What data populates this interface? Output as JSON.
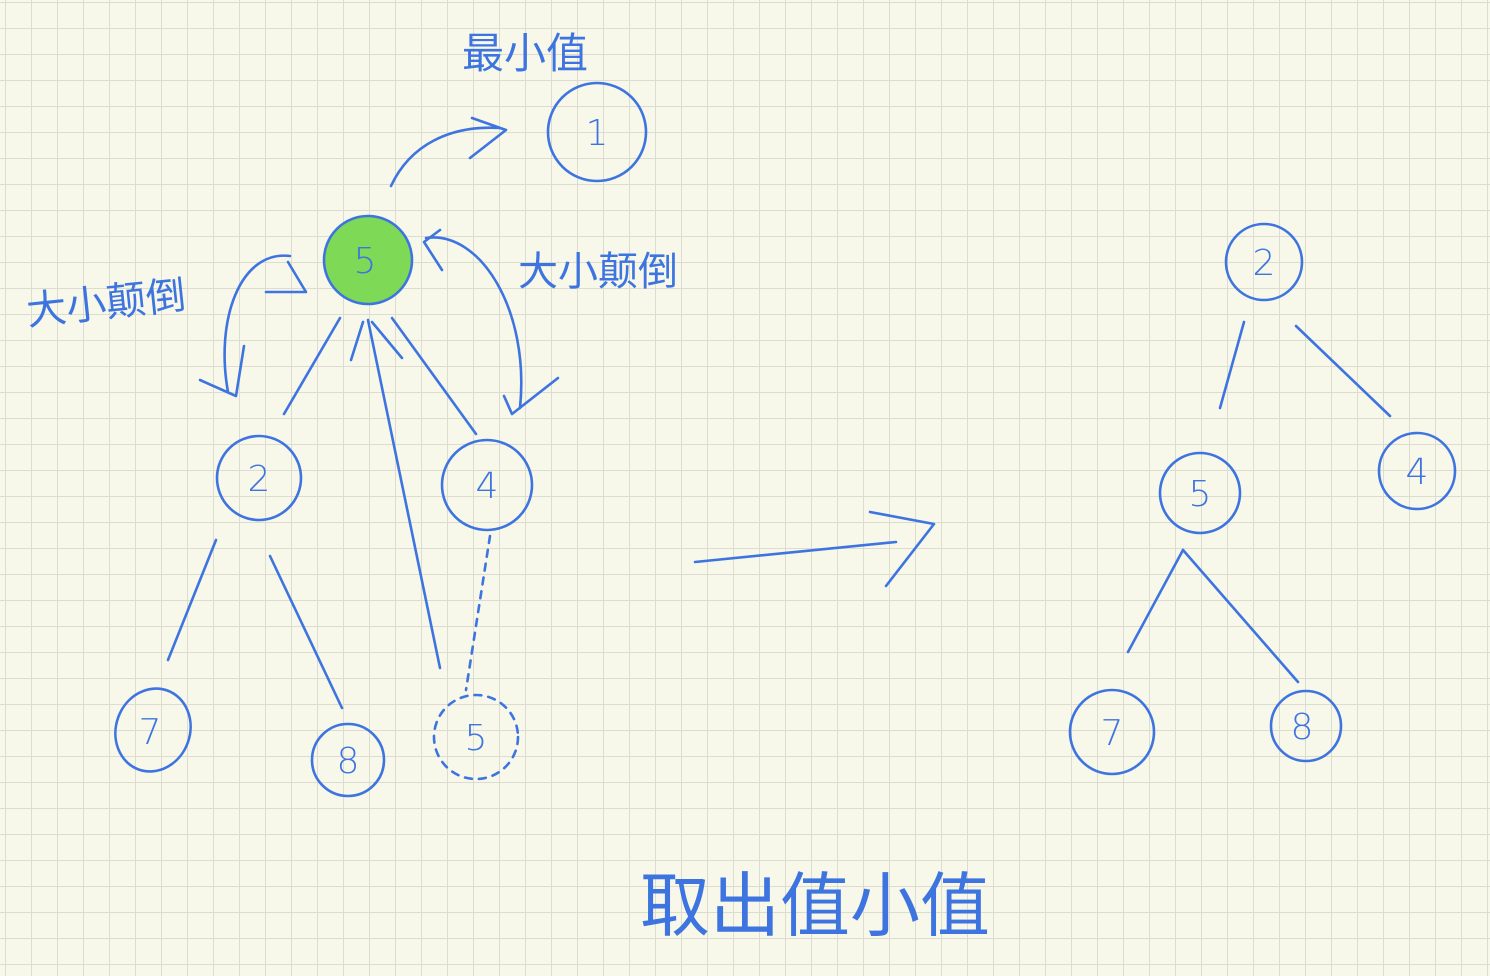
{
  "labels": {
    "min_value": "最小值",
    "size_swap_left": "大小颠倒",
    "size_swap_right": "大小颠倒",
    "caption": "取出值小值"
  },
  "left_tree": {
    "removed_min": "1",
    "root": "5",
    "left_child": "2",
    "right_child": "4",
    "left_left": "7",
    "left_right": "8",
    "moved_from_last": "5"
  },
  "right_tree": {
    "root": "2",
    "left_child": "5",
    "right_child": "4",
    "left_left": "7",
    "left_right": "8"
  },
  "colors": {
    "ink": "#3d74e0",
    "highlight": "#7ed957",
    "paper": "#f7f7ea",
    "grid": "#dcdcd0"
  }
}
